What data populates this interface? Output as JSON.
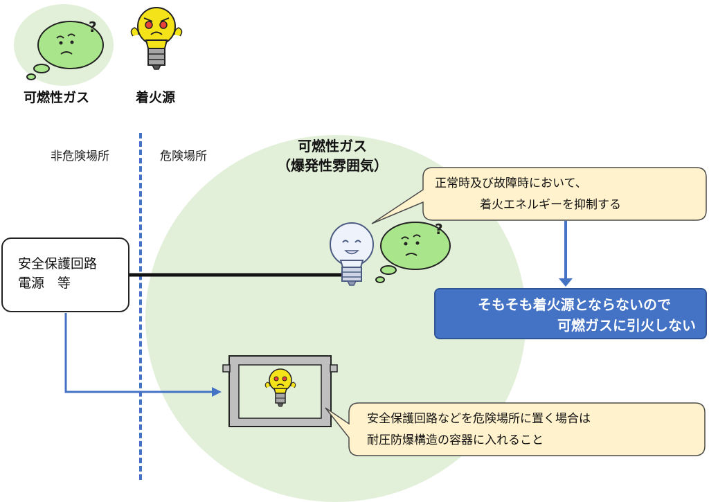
{
  "legend": {
    "gas_label": "可燃性ガス",
    "ignition_label": "着火源"
  },
  "zones": {
    "non_hazardous": "非危険場所",
    "hazardous": "危険場所"
  },
  "gas_area": {
    "title_line1": "可燃性ガス",
    "title_line2": "（爆発性雰囲気）"
  },
  "power_box": {
    "line1": "安全保護回路",
    "line2": "電源　等"
  },
  "callout_top": {
    "line1": "正常時及び故障時において、",
    "line2": "着火エネルギーを抑制する"
  },
  "result_box": {
    "line1": "そもそも着火源とならないので",
    "line2": "可燃ガスに引火しない"
  },
  "callout_bottom": {
    "line1": "安全保護回路などを危険場所に置く場合は",
    "line2": "耐圧防爆構造の容器に入れること"
  },
  "colors": {
    "circle_fill": "#e2efd9",
    "accent_blue": "#4472c4",
    "callout_fill": "#fff2cc",
    "gas_cloud": "#a9e58a",
    "bulb_yellow": "#f5e31a"
  }
}
